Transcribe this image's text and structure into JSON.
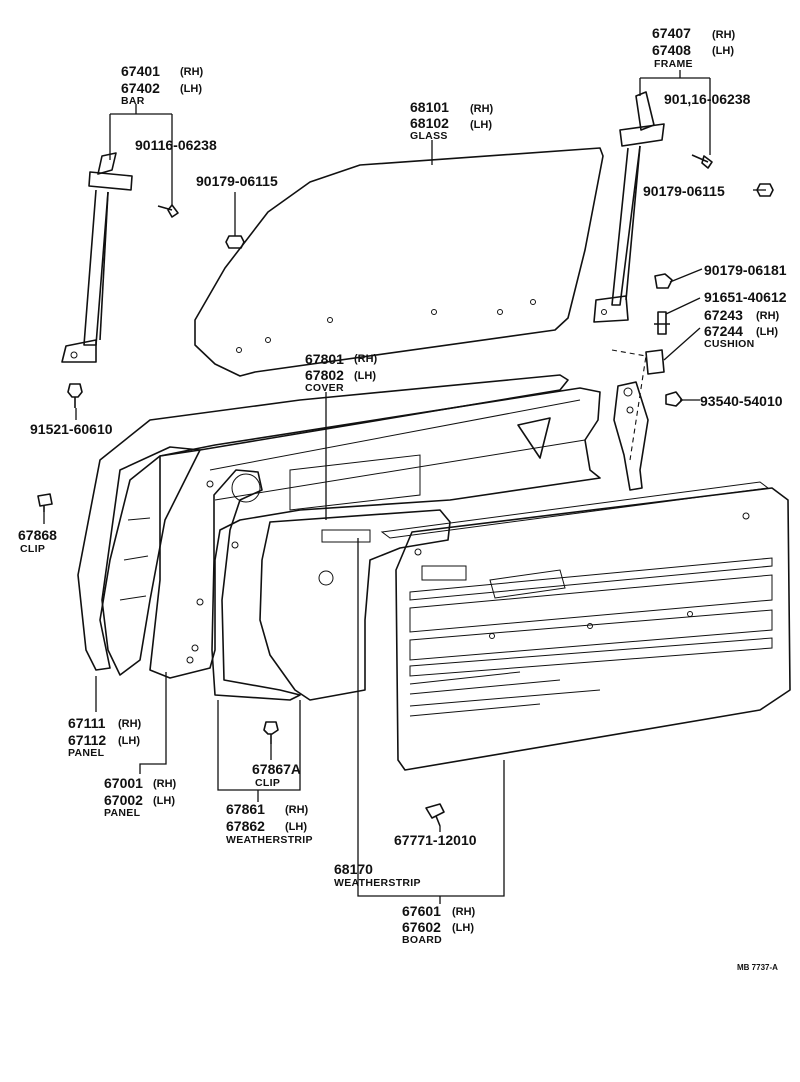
{
  "callouts": {
    "bar_rh": "67401",
    "bar_rh_tag": "(RH)",
    "bar_lh": "67402",
    "bar_lh_tag": "(LH)",
    "bar_cap": "BAR",
    "bar_screw": "90116-06238",
    "bar_nut": "90179-06115",
    "bar_bolt": "91521-60610",
    "glass_rh": "68101",
    "glass_rh_tag": "(RH)",
    "glass_lh": "68102",
    "glass_lh_tag": "(LH)",
    "glass_cap": "GLASS",
    "frame_rh": "67407",
    "frame_rh_tag": "(RH)",
    "frame_lh": "67408",
    "frame_lh_tag": "(LH)",
    "frame_cap": "FRAME",
    "frame_screw": "901,16-06238",
    "frame_nut": "90179-06115",
    "frame_nut2": "90179-06181",
    "cushion_bolt": "91651-40612",
    "cushion_rh": "67243",
    "cushion_rh_tag": "(RH)",
    "cushion_lh": "67244",
    "cushion_lh_tag": "(LH)",
    "cushion_cap": "CUSHION",
    "cushion_screw": "93540-54010",
    "cover_rh": "67801",
    "cover_rh_tag": "(RH)",
    "cover_lh": "67802",
    "cover_lh_tag": "(LH)",
    "cover_cap": "COVER",
    "clip": "67868",
    "clip_cap": "CLIP",
    "panel_in_rh": "67111",
    "panel_in_rh_tag": "(RH)",
    "panel_in_lh": "67112",
    "panel_in_lh_tag": "(LH)",
    "panel_in_cap": "PANEL",
    "panel_rh": "67001",
    "panel_rh_tag": "(RH)",
    "panel_lh": "67002",
    "panel_lh_tag": "(LH)",
    "panel_cap": "PANEL",
    "clip2": "67867A",
    "clip2_cap": "CLIP",
    "ws_rh": "67861",
    "ws_rh_tag": "(RH)",
    "ws_lh": "67862",
    "ws_lh_tag": "(LH)",
    "ws_cap": "WEATHERSTRIP",
    "board_screw": "67771-12010",
    "ws2": "68170",
    "ws2_cap": "WEATHERSTRIP",
    "board_rh": "67601",
    "board_rh_tag": "(RH)",
    "board_lh": "67602",
    "board_lh_tag": "(LH)",
    "board_cap": "BOARD",
    "ref": "MB 7737-A"
  }
}
